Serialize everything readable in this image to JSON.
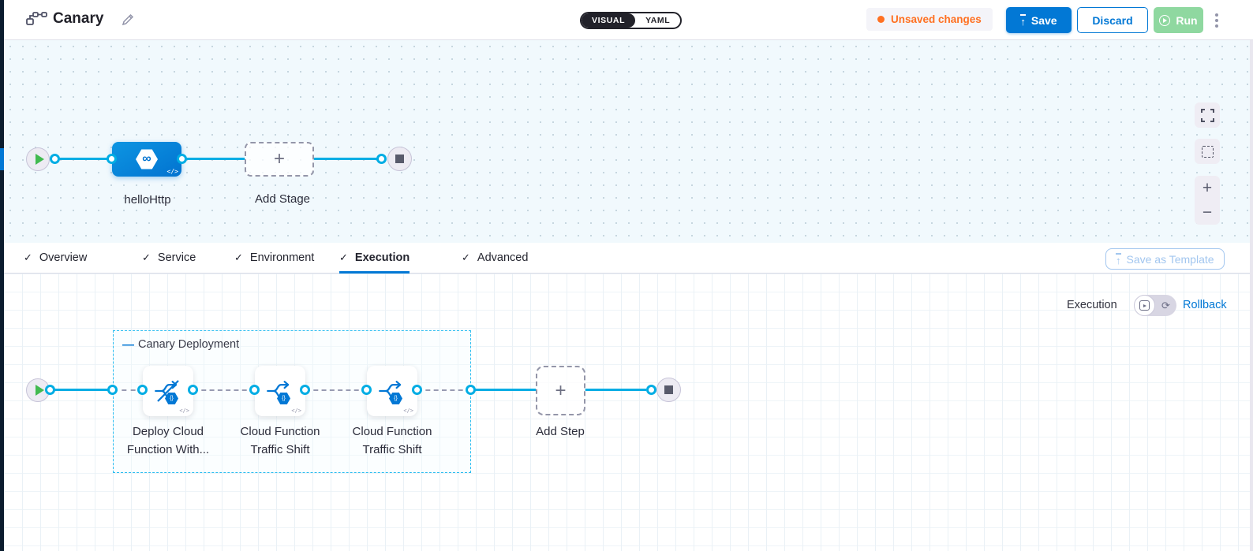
{
  "header": {
    "title": "Canary",
    "view_toggle": {
      "visual": "VISUAL",
      "yaml": "YAML"
    },
    "unsaved_badge": "Unsaved changes",
    "save_label": "Save",
    "discard_label": "Discard",
    "run_label": "Run"
  },
  "stage_canvas": {
    "stage_label": "helloHttp",
    "add_stage_label": "Add Stage"
  },
  "tabs": {
    "items": [
      {
        "label": "Overview"
      },
      {
        "label": "Service"
      },
      {
        "label": "Environment"
      },
      {
        "label": "Execution"
      },
      {
        "label": "Advanced"
      }
    ],
    "active": "Execution",
    "save_as_template_label": "Save as Template"
  },
  "execution_canvas": {
    "mode_label": "Execution",
    "rollback_label": "Rollback",
    "group_label": "Canary Deployment",
    "steps": [
      {
        "label": "Deploy Cloud Function With..."
      },
      {
        "label": "Cloud Function Traffic Shift"
      },
      {
        "label": "Cloud Function Traffic Shift"
      }
    ],
    "add_step_label": "Add Step"
  },
  "icons": {
    "check": "✓",
    "plus": "+",
    "minus": "−",
    "stage_glyph": "∞",
    "code_glyph": "</>",
    "badge_glyph": "{}",
    "rollback_glyph": "⟳",
    "collapse_dash": "—"
  },
  "colors": {
    "accent_blue": "#0278d5",
    "wire_cyan": "#00ade4",
    "unsaved_orange": "#ff7021",
    "run_green_disabled": "#8fd8a0",
    "dark_navy": "#0b1c2e"
  }
}
